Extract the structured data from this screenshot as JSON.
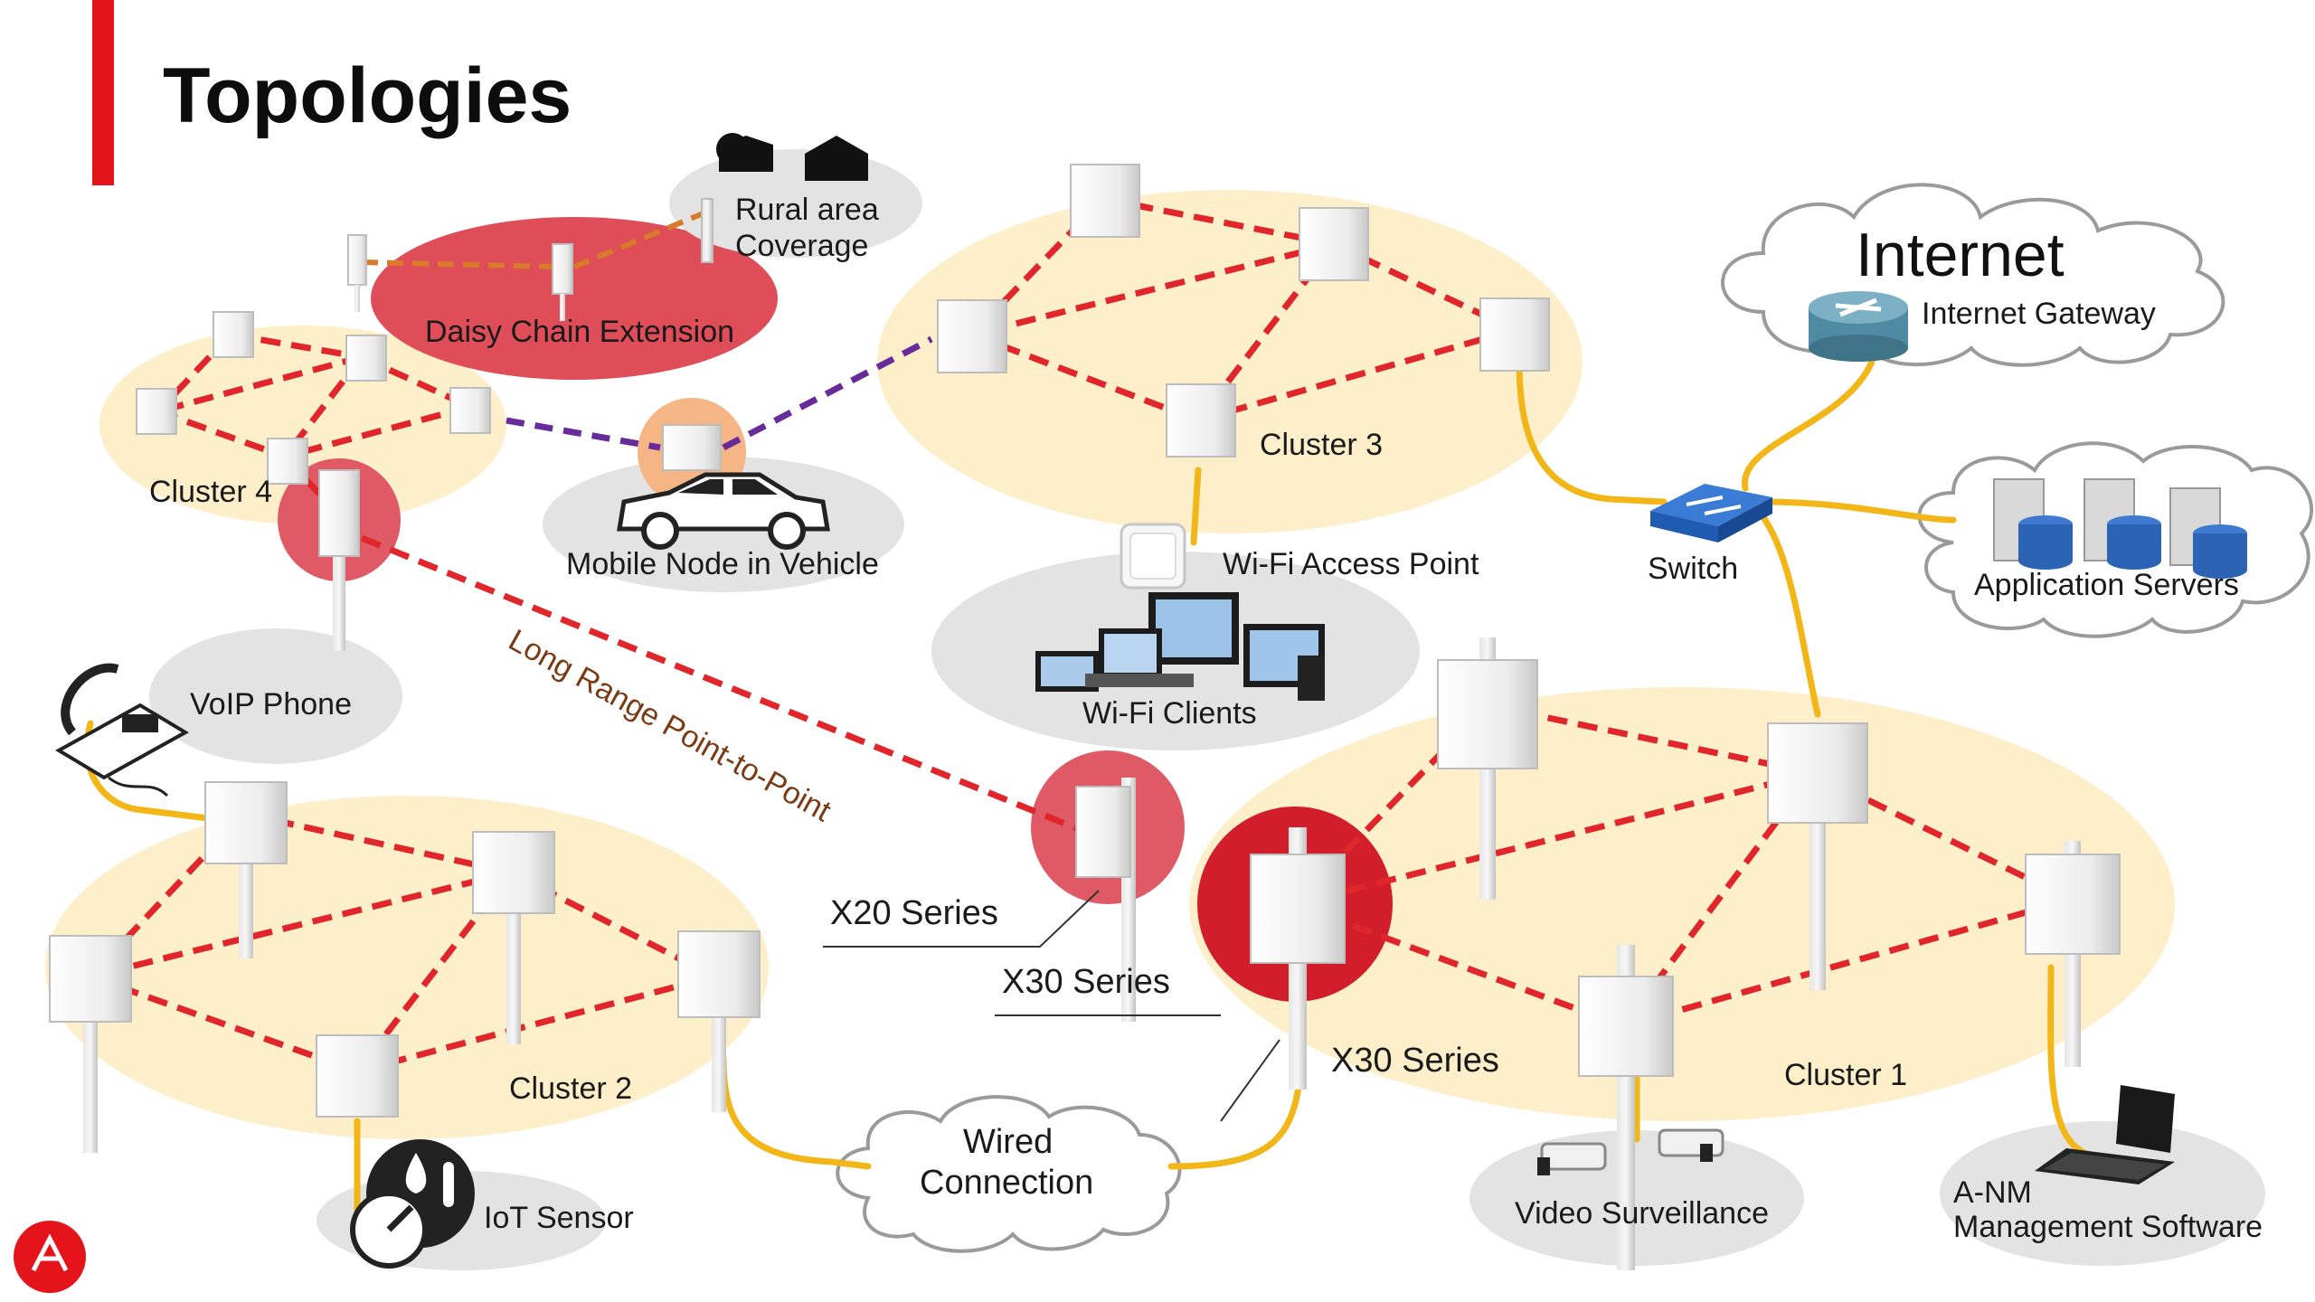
{
  "title": "Topologies",
  "labels": {
    "rural": [
      "Rural area",
      "Coverage"
    ],
    "daisy": "Daisy Chain Extension",
    "cluster4": "Cluster 4",
    "cluster3": "Cluster 3",
    "cluster2": "Cluster 2",
    "cluster1": "Cluster 1",
    "mobile": "Mobile Node in Vehicle",
    "wifi_ap": "Wi-Fi Access Point",
    "wifi_clients": "Wi-Fi Clients",
    "internet": "Internet",
    "gateway": "Internet Gateway",
    "switch": "Switch",
    "app_servers": "Application Servers",
    "voip": "VoIP Phone",
    "long_range": "Long Range Point-to-Point",
    "x20": "X20 Series",
    "x30_a": "X30 Series",
    "x30_b": "X30 Series",
    "wired": [
      "Wired",
      "Connection"
    ],
    "iot": "IoT Sensor",
    "video": "Video Surveillance",
    "anm": [
      "A-NM",
      "Management Software"
    ]
  },
  "colors": {
    "accent_red": "#e5141b",
    "mesh_link": "#e0262b",
    "wired_link": "#f2b619",
    "vehicle_link": "#6a2b9a",
    "cluster_fill": "#fcefc9",
    "gray_fill": "#e3e3e3",
    "pink_fill": "#df5a64",
    "orange_fill": "#f6b584"
  },
  "icons": [
    "logo-icon",
    "house-icon",
    "router-icon",
    "switch-icon",
    "server-icon",
    "phone-icon",
    "car-icon",
    "laptop-icon",
    "camera-icon",
    "gauge-icon",
    "ap-node-icon"
  ]
}
